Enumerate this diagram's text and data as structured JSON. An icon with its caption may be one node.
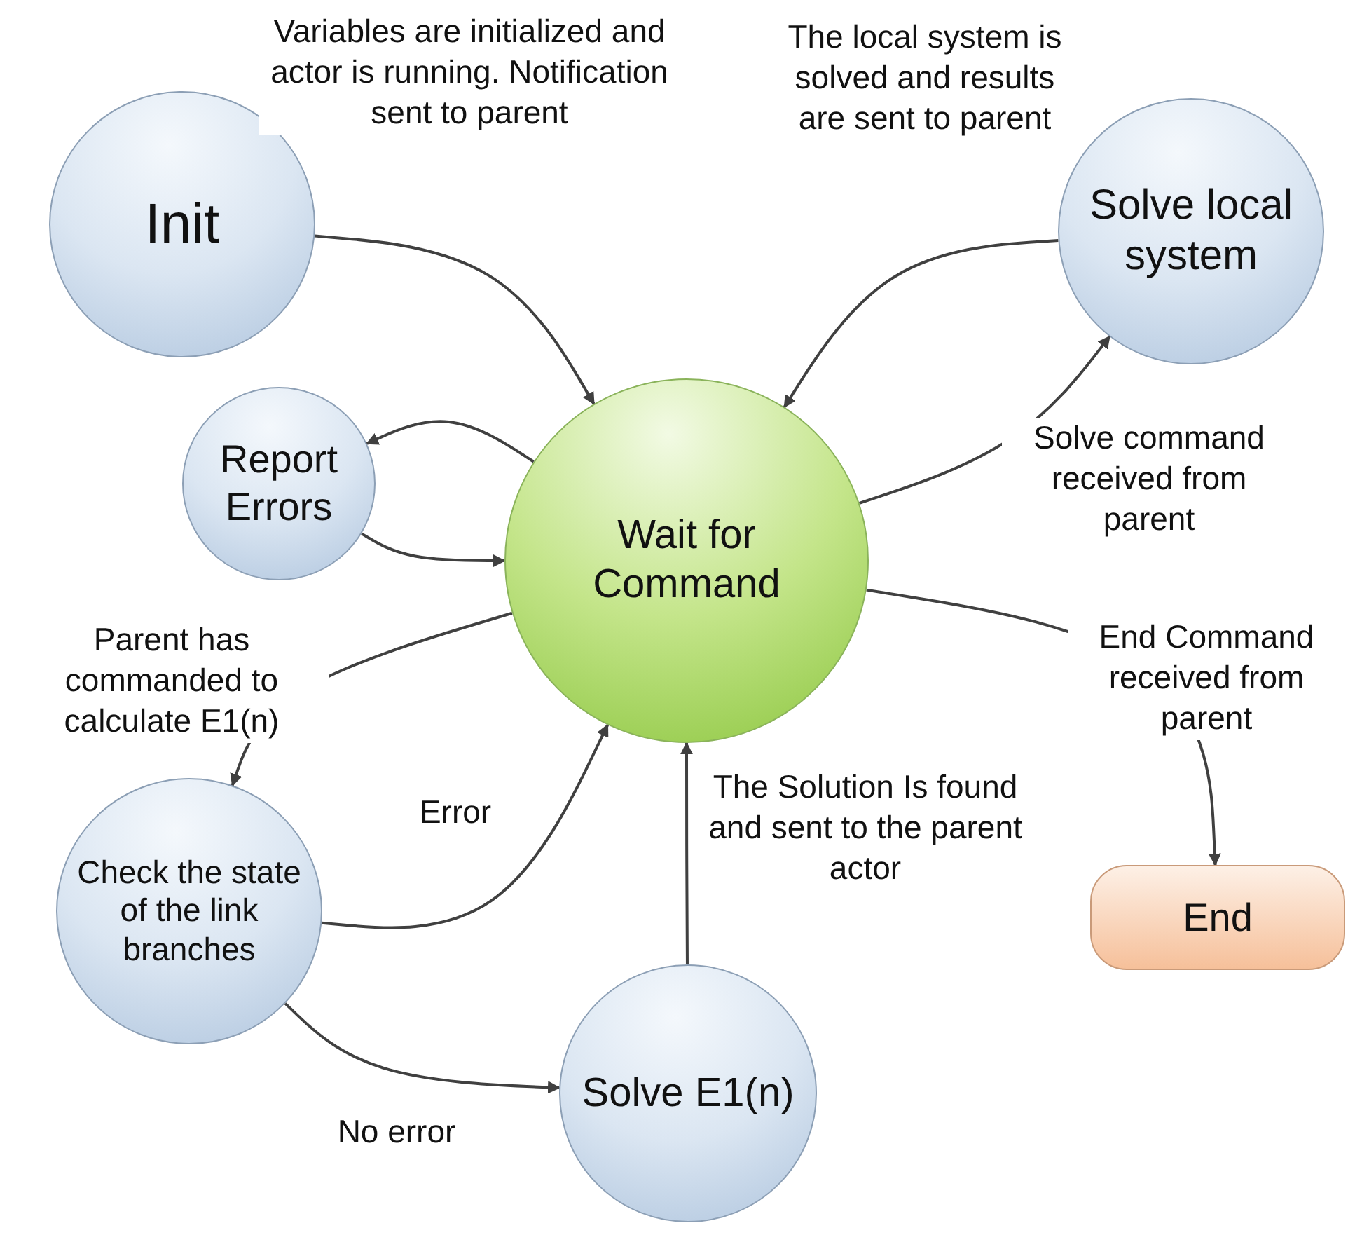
{
  "diagram": {
    "nodes": [
      {
        "text": [
          "Init"
        ]
      },
      {
        "text": [
          "Solve local system"
        ]
      },
      {
        "text": [
          "Report Errors"
        ]
      },
      {
        "text": [
          "Wait for Command"
        ]
      },
      {
        "text": [
          "Check the state of the link branches"
        ]
      },
      {
        "text": [
          "Solve E1(n)"
        ]
      },
      {
        "text": [
          "End"
        ]
      }
    ],
    "edges": [
      {
        "from": 0,
        "to": 3,
        "arrow": "to",
        "label": "Variables are initialized and actor is running. Notification sent to parent"
      },
      {
        "from": 1,
        "to": 3,
        "arrow": "to",
        "label": "The local system is solved and results are sent to parent"
      },
      {
        "from": 3,
        "to": 1,
        "arrow": "to",
        "label": "Solve command received from parent"
      },
      {
        "from": 3,
        "to": 2,
        "arrow": "to"
      },
      {
        "from": 2,
        "to": 3,
        "arrow": "to"
      },
      {
        "from": 3,
        "to": 4,
        "arrow": "to",
        "label": "Parent has commanded to calculate E1(n)"
      },
      {
        "from": 4,
        "to": 3,
        "arrow": "to",
        "label": "Error"
      },
      {
        "from": 3,
        "to": 6,
        "arrow": "to",
        "label": "End Command received from parent"
      },
      {
        "from": 4,
        "to": 5,
        "arrow": "to",
        "label": "No error"
      },
      {
        "from": 5,
        "to": 3,
        "arrow": "to",
        "label": "The Solution Is found and sent to the parent actor"
      }
    ]
  }
}
